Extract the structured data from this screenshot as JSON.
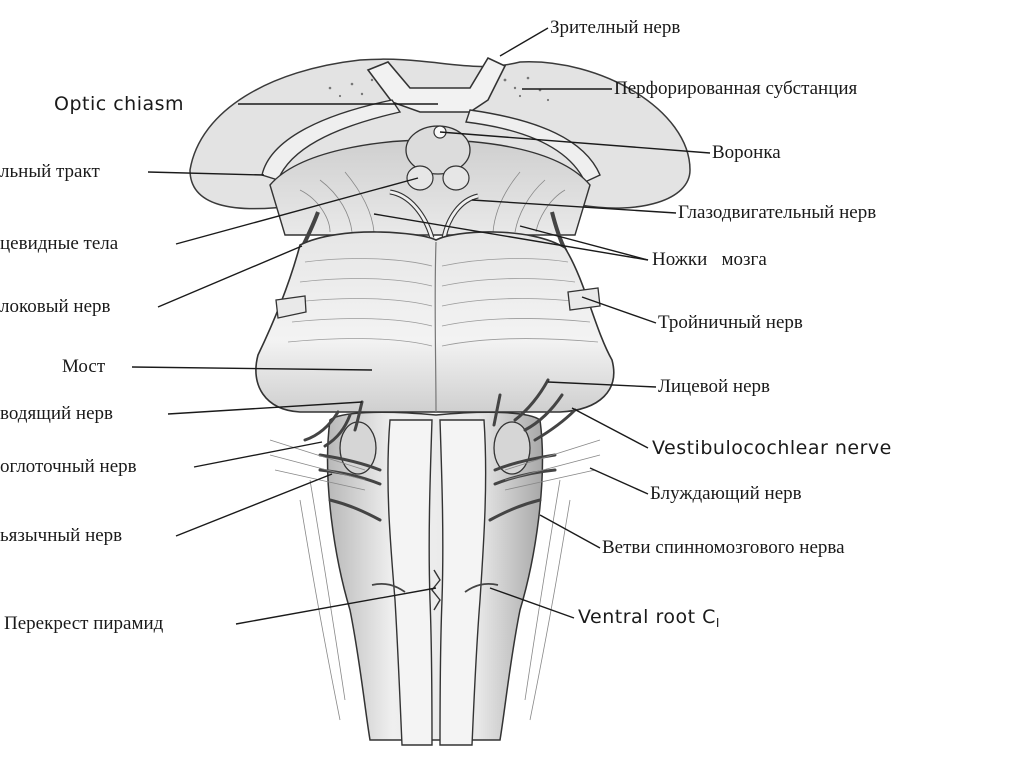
{
  "labels_left": {
    "optic_chiasm": "Optic chiasm",
    "optic_tract": "льный тракт",
    "mammillary_bodies": "цевидные тела",
    "trochlear_nerve": "локовый нерв",
    "pons": "Мост",
    "abducens_nerve": "водящий нерв",
    "glossopharyngeal_nerve": "оглоточный нерв",
    "hypoglossal_nerve": "ьязычный нерв",
    "pyramidal_decussation": "Перекрест пирамид"
  },
  "labels_right": {
    "optic_nerve": "Зрителный нерв",
    "perforated_substance": "Перфорированная субстанция",
    "infundibulum": "Воронка",
    "oculomotor_nerve": "Глазодвигательный нерв",
    "cerebral_peduncles": "Ножки   мозга",
    "trigeminal_nerve": "Тройничный нерв",
    "facial_nerve": "Лицевой нерв",
    "vestibulocochlear_nerve": "Vestibulocochlear nerve",
    "vagus_nerve": "Блуждающий нерв",
    "spinal_nerve_branches": "Ветви спинномозгового нерва",
    "ventral_root": "Ventral root C",
    "ventral_root_subscript": "I"
  },
  "colors": {
    "line": "#1a1a1a",
    "tissue_light": "#f1f1f1",
    "tissue_mid": "#d6d6d6",
    "tissue_dark": "#9a9a9a",
    "outline": "#3a3a3a"
  }
}
